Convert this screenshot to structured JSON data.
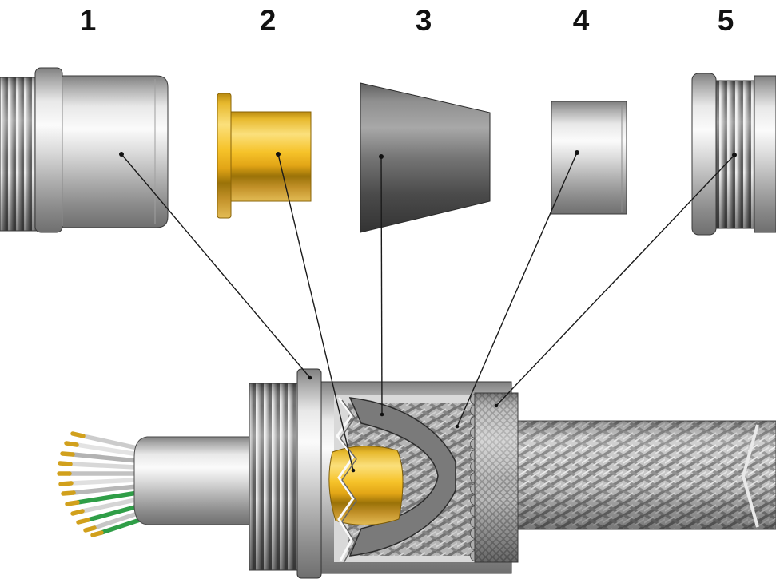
{
  "diagram": {
    "kind": "exploded-view technical illustration",
    "subject": "cable gland strain-relief connector on shielded braided cable",
    "background": "#ffffff"
  },
  "labels": [
    {
      "number": "1",
      "part": "threaded gland body"
    },
    {
      "number": "2",
      "part": "brass ferrule insert"
    },
    {
      "number": "3",
      "part": "tapered clamping cone"
    },
    {
      "number": "4",
      "part": "compression sleeve"
    },
    {
      "number": "5",
      "part": "threaded lock nut"
    }
  ],
  "colors": {
    "metal_highlight": "#fbfbfb",
    "metal_mid": "#b1b1b1",
    "metal_shadow": "#6f6f6f",
    "brass": "#f6c32a",
    "cone_gray": "#757575",
    "leader_line": "#1a1a1a",
    "label_text": "#111111"
  }
}
